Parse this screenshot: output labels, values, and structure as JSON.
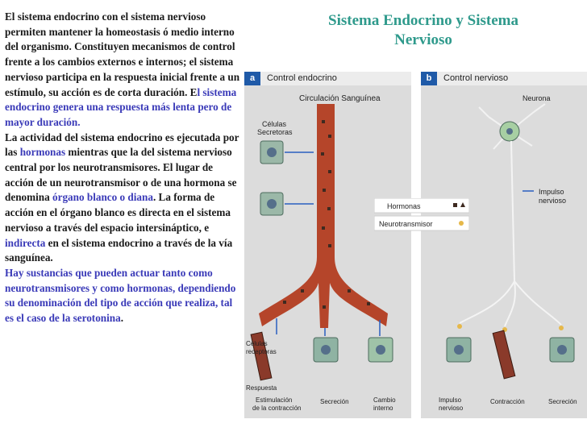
{
  "title_lines": [
    "Sistema Endocrino y Sistema",
    "Nervioso"
  ],
  "paragraph1": {
    "plain": "El sistema endocrino con el sistema nervioso permiten mantener la homeostasis ó medio interno del organismo. Constituyen mecanismos de control frente a los cambios externos e internos; el sistema nervioso participa en la respuesta inicial frente a un estímulo, su acción es de corta duración. E",
    "highlight": "l sistema endocrino genera una respuesta más lenta pero de mayor duración."
  },
  "paragraph2": {
    "t1": "La actividad del sistema endocrino es ejecutada por las ",
    "h1": "hormonas",
    "t2": " mientras que la del sistema nervioso central por los neurotransmisores. El lugar de acción de un neurotransmisor o de una hormona se denomina ",
    "h2": "órgano blanco o diana",
    "t3": ". La forma de acción en el órgano blanco es directa en el sistema nervioso a través del espacio intersináptico, e ",
    "h3": "indirecta",
    "t4": " en el sistema endocrino a través de la vía sanguínea."
  },
  "paragraph3": "Hay sustancias que pueden actuar tanto como neurotransmisores y como hormonas, dependiendo su denominación del tipo de acción que realiza, tal es el caso de la serotonina",
  "paragraph3_end": ".",
  "figure": {
    "panel_a": {
      "tag": "a",
      "title": "Control endocrino"
    },
    "panel_b": {
      "tag": "b",
      "title": "Control nervioso"
    },
    "labels": {
      "circulacion": "Circulación Sanguínea",
      "celulas_secretoras_1": "Células",
      "celulas_secretoras_2": "Secretoras",
      "neurona": "Neurona",
      "impulso_1": "Impulso",
      "impulso_2": "nervioso",
      "hormonas": "Hormonas",
      "neurotransmisor": "Neurotransmisor",
      "celulas_receptoras_1": "Células",
      "celulas_receptoras_2": "receptoras",
      "respuesta": "Respuesta",
      "estimulacion_1": "Estimulación",
      "estimulacion_2": "de la contracción",
      "secrecion_a": "Secreción",
      "cambio_1": "Cambio",
      "cambio_2": "interno",
      "impulso_b_1": "Impulso",
      "impulso_b_2": "nervioso",
      "contraccion": "Contracción",
      "secrecion_b": "Secreción"
    }
  },
  "colors": {
    "title": "#2f9a8c",
    "highlight": "#3a3ab8",
    "vessel": "#b5452a",
    "panel_bg": "#dcdcdc",
    "tag_bg": "#1f5aa8",
    "arrow": "#2a5fc0"
  }
}
